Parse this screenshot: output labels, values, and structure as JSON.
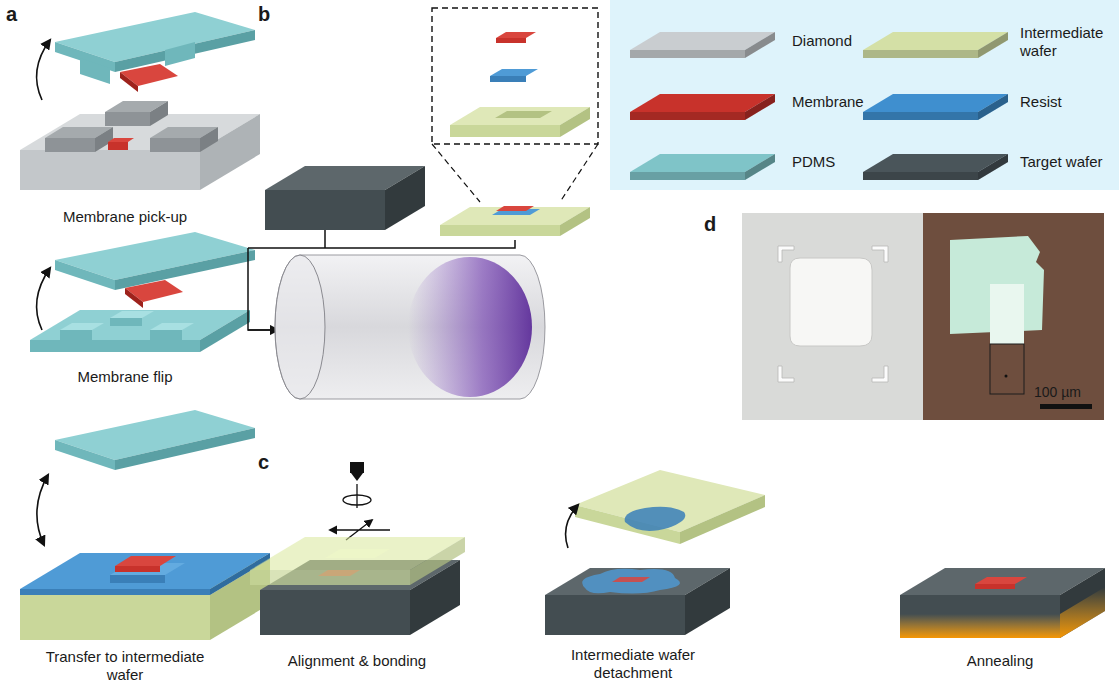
{
  "diagram": {
    "labels": [
      "a",
      "b",
      "c",
      "d",
      "Membrane pick-up",
      "Membrane flip",
      "Transfer to intermediate wafer",
      "Alignment & bonding",
      "Intermediate wafer detachment",
      "Annealing",
      "100 µm"
    ],
    "legend": [
      {
        "text": "Diamond",
        "color": "#c9cdd0"
      },
      {
        "text": "Intermediate wafer",
        "color": "#d4e0a6"
      },
      {
        "text": "Membrane",
        "color": "#c8322b"
      },
      {
        "text": "Resist",
        "color": "#3f8fcf"
      },
      {
        "text": "PDMS",
        "color": "#7fc4c8"
      },
      {
        "text": "Target wafer",
        "color": "#4a555a"
      }
    ]
  }
}
